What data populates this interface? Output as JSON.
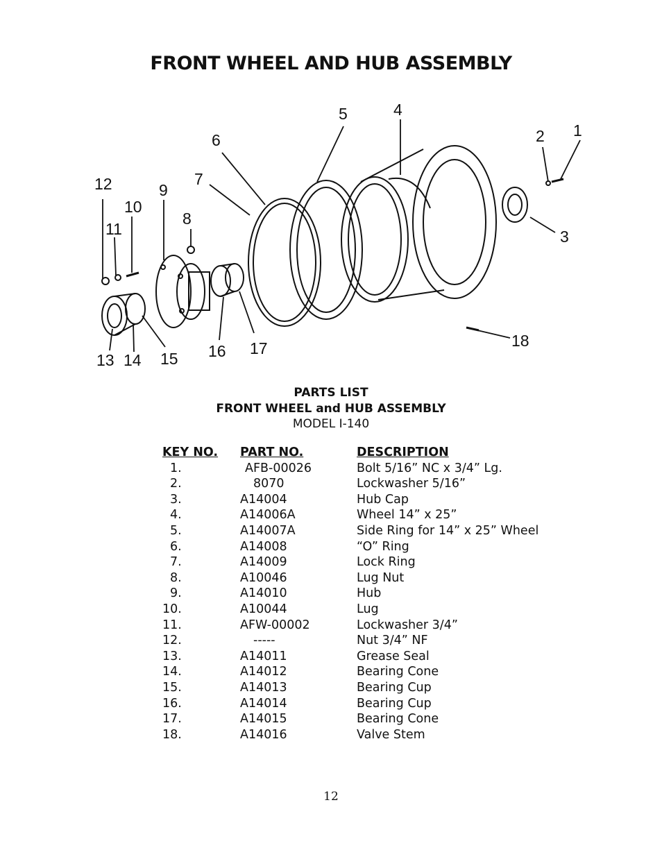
{
  "title": "FRONT WHEEL AND HUB ASSEMBLY",
  "diagram": {
    "callouts": [
      "1",
      "2",
      "3",
      "4",
      "5",
      "6",
      "7",
      "8",
      "9",
      "10",
      "11",
      "12",
      "13",
      "14",
      "15",
      "16",
      "17",
      "18"
    ]
  },
  "parts_list": {
    "heading": "PARTS LIST",
    "subheading": "FRONT WHEEL and HUB ASSEMBLY",
    "model": "MODEL  I-140",
    "columns": [
      "KEY NO.",
      "PART  NO.",
      "DESCRIPTION"
    ],
    "rows": [
      {
        "key": "1.",
        "part": "AFB-00026",
        "desc": "Bolt 5/16” NC x 3/4” Lg."
      },
      {
        "key": "2.",
        "part": "8070",
        "desc": "Lockwasher  5/16”"
      },
      {
        "key": "3.",
        "part": "A14004",
        "desc": "Hub Cap"
      },
      {
        "key": "4.",
        "part": "A14006A",
        "desc": "Wheel 14” x 25”"
      },
      {
        "key": "5.",
        "part": "A14007A",
        "desc": "Side Ring for 14” x 25” Wheel"
      },
      {
        "key": "6.",
        "part": "A14008",
        "desc": "“O” Ring"
      },
      {
        "key": "7.",
        "part": "A14009",
        "desc": "Lock Ring"
      },
      {
        "key": "8.",
        "part": "A10046",
        "desc": "Lug Nut"
      },
      {
        "key": "9.",
        "part": "A14010",
        "desc": "Hub"
      },
      {
        "key": "10.",
        "part": "A10044",
        "desc": "Lug"
      },
      {
        "key": "11.",
        "part": "AFW-00002",
        "desc": "Lockwasher 3/4”"
      },
      {
        "key": "12.",
        "part": "-----",
        "desc": "Nut 3/4” NF"
      },
      {
        "key": "13.",
        "part": "A14011",
        "desc": "Grease Seal"
      },
      {
        "key": "14.",
        "part": "A14012",
        "desc": "Bearing Cone"
      },
      {
        "key": "15.",
        "part": "A14013",
        "desc": "Bearing Cup"
      },
      {
        "key": "16.",
        "part": "A14014",
        "desc": "Bearing Cup"
      },
      {
        "key": "17.",
        "part": "A14015",
        "desc": "Bearing Cone"
      },
      {
        "key": "18.",
        "part": "A14016",
        "desc": "Valve Stem"
      }
    ]
  },
  "page_number": "12"
}
